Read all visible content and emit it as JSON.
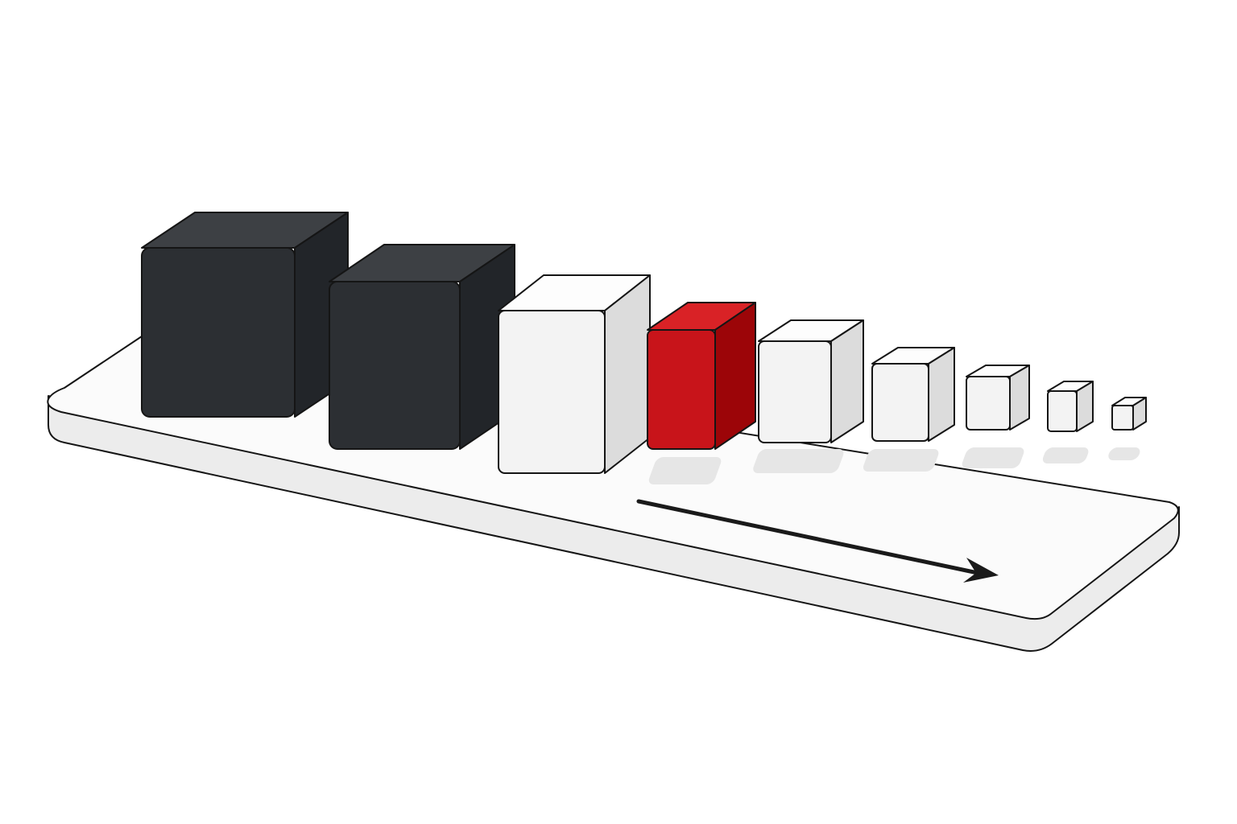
{
  "diagram": {
    "colors": {
      "background": "#ffffff",
      "outline": "#151515",
      "platform_top": "#fbfbfb",
      "platform_side": "#ececec",
      "dark_front": "#2c2f33",
      "dark_top": "#3d4044",
      "dark_side": "#222529",
      "light_front": "#f3f3f3",
      "light_top": "#fdfdfd",
      "light_side": "#dcdcdc",
      "accent_front": "#c8141a",
      "accent_top": "#d92226",
      "accent_side": "#9c0508",
      "shadow": "#e6e6e6",
      "arrow": "#1a1a1a"
    },
    "blocks": [
      {
        "name": "block-1",
        "tone": "dark"
      },
      {
        "name": "block-2",
        "tone": "dark"
      },
      {
        "name": "block-3",
        "tone": "light"
      },
      {
        "name": "block-4",
        "tone": "accent"
      },
      {
        "name": "block-5",
        "tone": "light"
      },
      {
        "name": "block-6",
        "tone": "light"
      },
      {
        "name": "block-7",
        "tone": "light"
      },
      {
        "name": "block-8",
        "tone": "light"
      },
      {
        "name": "block-9",
        "tone": "light"
      }
    ],
    "arrow_direction": "right"
  }
}
